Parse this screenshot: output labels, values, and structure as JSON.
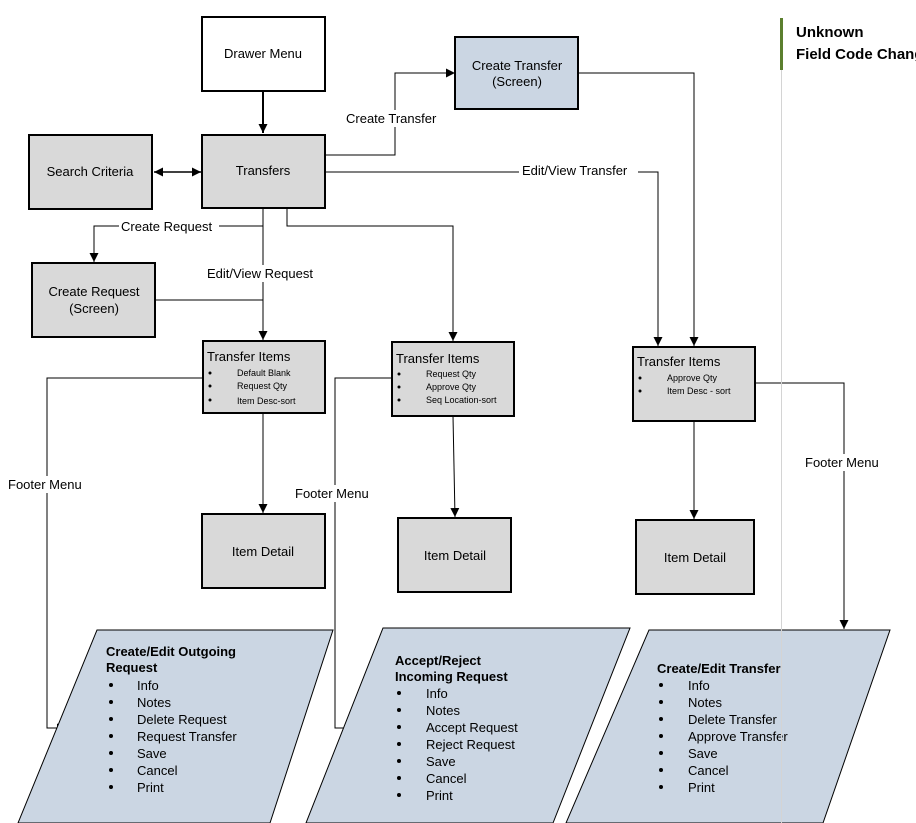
{
  "colors": {
    "gray_box": "#d9d9d9",
    "blue_box": "#cbd6e3",
    "line": "#000000",
    "green_bar": "#5b7f2e"
  },
  "boxes": {
    "drawer_menu": "Drawer Menu",
    "create_transfer_screen": [
      "Create Transfer",
      "(Screen)"
    ],
    "search_criteria": "Search Criteria",
    "transfers": "Transfers",
    "create_request_screen": [
      "Create Request",
      "(Screen)"
    ],
    "transfer_items_1": {
      "title": "Transfer Items",
      "bullets": [
        "Default Blank",
        "Request Qty",
        "Item Desc-sort"
      ]
    },
    "transfer_items_2": {
      "title": "Transfer Items",
      "bullets": [
        "Request Qty",
        "Approve Qty",
        "Seq Location-sort"
      ]
    },
    "transfer_items_3": {
      "title": "Transfer Items",
      "bullets": [
        "Approve Qty",
        "Item Desc - sort"
      ]
    },
    "item_detail_1": "Item Detail",
    "item_detail_2": "Item Detail",
    "item_detail_3": "Item Detail"
  },
  "edge_labels": {
    "create_transfer": "Create Transfer",
    "edit_view_transfer": "Edit/View Transfer",
    "create_request": "Create Request",
    "edit_view_request": "Edit/View Request",
    "footer_menu_1": "Footer Menu",
    "footer_menu_2": "Footer Menu",
    "footer_menu_3": "Footer Menu"
  },
  "screens": [
    {
      "title": [
        "Create/Edit Outgoing",
        "Request"
      ],
      "items": [
        "Info",
        "Notes",
        "Delete Request",
        "Request Transfer",
        "Save",
        "Cancel",
        "Print"
      ]
    },
    {
      "title": [
        "Accept/Reject",
        "Incoming Request"
      ],
      "items": [
        "Info",
        "Notes",
        "Accept Request",
        "Reject Request",
        "Save",
        "Cancel",
        "Print"
      ]
    },
    {
      "title": [
        "Create/Edit Transfer"
      ],
      "items": [
        "Info",
        "Notes",
        "Delete Transfer",
        "Approve Transfer",
        "Save",
        "Cancel",
        "Print"
      ]
    }
  ],
  "side_panel": {
    "line1": "Unknown",
    "line2": "Field Code Changed"
  }
}
